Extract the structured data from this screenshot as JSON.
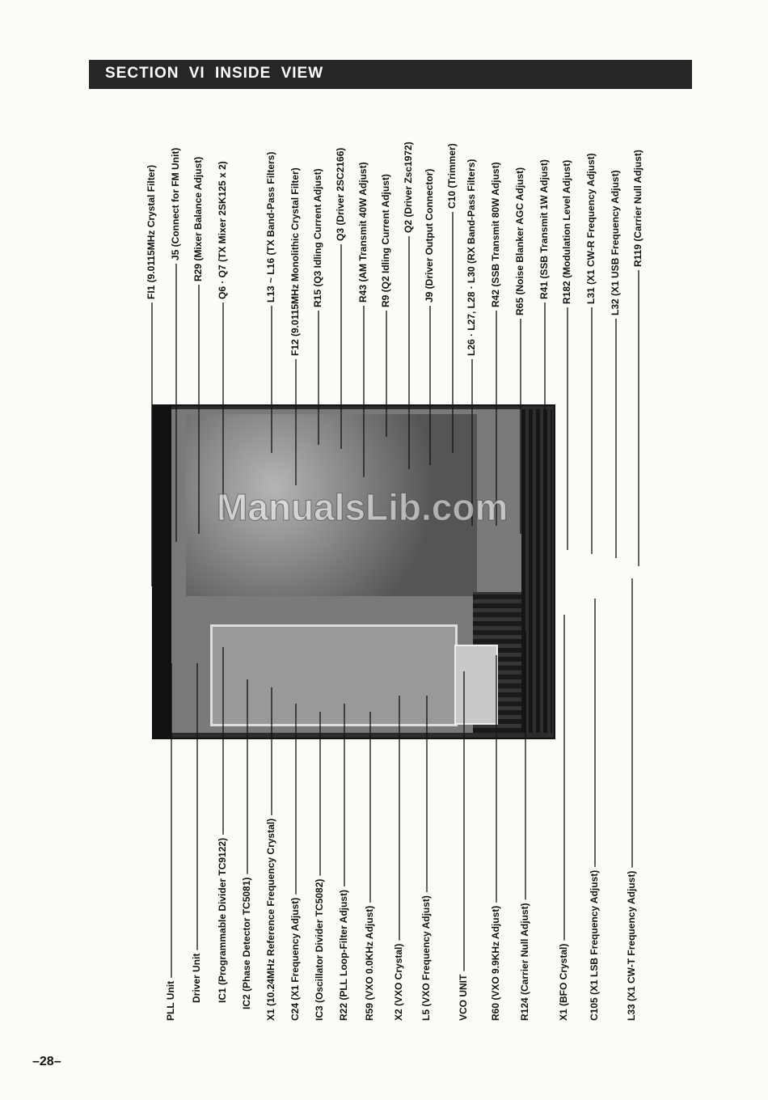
{
  "header": {
    "title": "SECTION VI INSIDE VIEW"
  },
  "top_labels": [
    "FI1 (9.0115MHz Crystal Filter)",
    "J5 (Connect for FM Unit)",
    "R29 (Mixer Balance Adjust)",
    "Q6 · Q7 (TX Mixer 2SK125 x 2)",
    "L13 ~ L16 (TX Band-Pass Filters)",
    "F12 (9.0115MHz Monolithic Crystal Filter)",
    "R15 (Q3 Idling Current Adjust)",
    "Q3 (Driver 2SC2166)",
    "R43 (AM Transmit 40W Adjust)",
    "R9 (Q2 Idling Current Adjust)",
    "Q2 (Driver Zsc1972)",
    "J9 (Driver Output Connector)",
    "C10 (Trimmer)",
    "L26 · L27, L28 · L30 (RX Band-Pass Filters)",
    "R42 (SSB Transmit 80W Adjust)",
    "R65 (Noise Blanker AGC Adjust)",
    "R41 (SSB Transmit 1W Adjust)",
    "R182 (Modulation Level Adjust)",
    "L31 (X1 CW-R Frequency Adjust)",
    "L32 (X1 USB Frequency Adjust)",
    "R119 (Carrier Null Adjust)"
  ],
  "bottom_labels": [
    "PLL Unit",
    "Driver Unit",
    "IC1 (Programmable Divider TC9122)",
    "IC2 (Phase Detector TC5081)",
    "X1 (10.24MHz Reference Frequency Crystal)",
    "C24 (X1 Frequency Adjust)",
    "IC3 (Oscillator Divider TC5082)",
    "R22 (PLL Loop-Filter Adjust)",
    "R59 (VXO 0.0KHz Adjust)",
    "X2 (VXO Crystal)",
    "L5 (VXO Frequency Adjust)",
    "VCO UNIT",
    "R60 (VXO 9.9KHz Adjust)",
    "R124 (Carrier Null Adjust)",
    "X1 (BFO Crystal)",
    "C105 (X1 LSB Frequency Adjust)",
    "L33 (X1 CW-T Frequency Adjust)"
  ],
  "watermark": "ManualsLib.com",
  "page_number": "–28–"
}
